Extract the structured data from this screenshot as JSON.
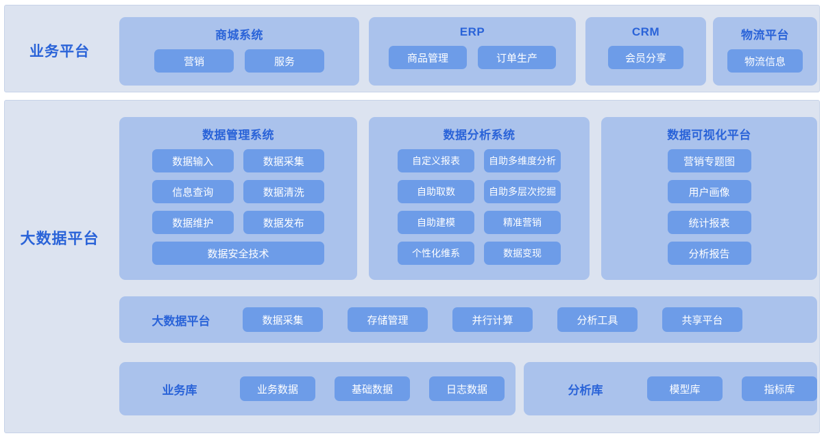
{
  "sections": [
    {
      "id": "business",
      "label": "业务平台",
      "panels": [
        {
          "title": "商城系统",
          "tiles": [
            "营销",
            "服务"
          ]
        },
        {
          "title": "ERP",
          "tiles": [
            "商品管理",
            "订单生产"
          ]
        },
        {
          "title": "CRM",
          "tiles": [
            "会员分享"
          ]
        },
        {
          "title": "物流平台",
          "tiles": [
            "物流信息"
          ]
        }
      ]
    },
    {
      "id": "bigdata",
      "label": "大数据平台",
      "panels": [
        {
          "title": "数据管理系统",
          "tiles": [
            "数据输入",
            "数据采集",
            "信息查询",
            "数据清洗",
            "数据维护",
            "数据发布"
          ],
          "full_tile": "数据安全技术"
        },
        {
          "title": "数据分析系统",
          "tiles": [
            "自定义报表",
            "自助多维度分析",
            "自助取数",
            "自助多层次挖掘",
            "自助建模",
            "精准营销",
            "个性化维系",
            "数据变现"
          ]
        },
        {
          "title": "数据可视化平台",
          "tiles": [
            "营销专题图",
            "用户画像",
            "统计报表",
            "分析报告"
          ]
        }
      ],
      "platform_row": {
        "label": "大数据平台",
        "tiles": [
          "数据采集",
          "存储管理",
          "并行计算",
          "分析工具",
          "共享平台"
        ]
      },
      "libraries": [
        {
          "label": "业务库",
          "tiles": [
            "业务数据",
            "基础数据",
            "日志数据"
          ]
        },
        {
          "label": "分析库",
          "tiles": [
            "模型库",
            "指标库"
          ]
        }
      ]
    }
  ],
  "colors": {
    "band_bg": "#dce3f0",
    "panel_bg": "#aac2ec",
    "tile_bg": "#6d9ce8",
    "tile_text": "#ffffff",
    "heading_text": "#2a63d8",
    "page_bg": "#ffffff"
  }
}
